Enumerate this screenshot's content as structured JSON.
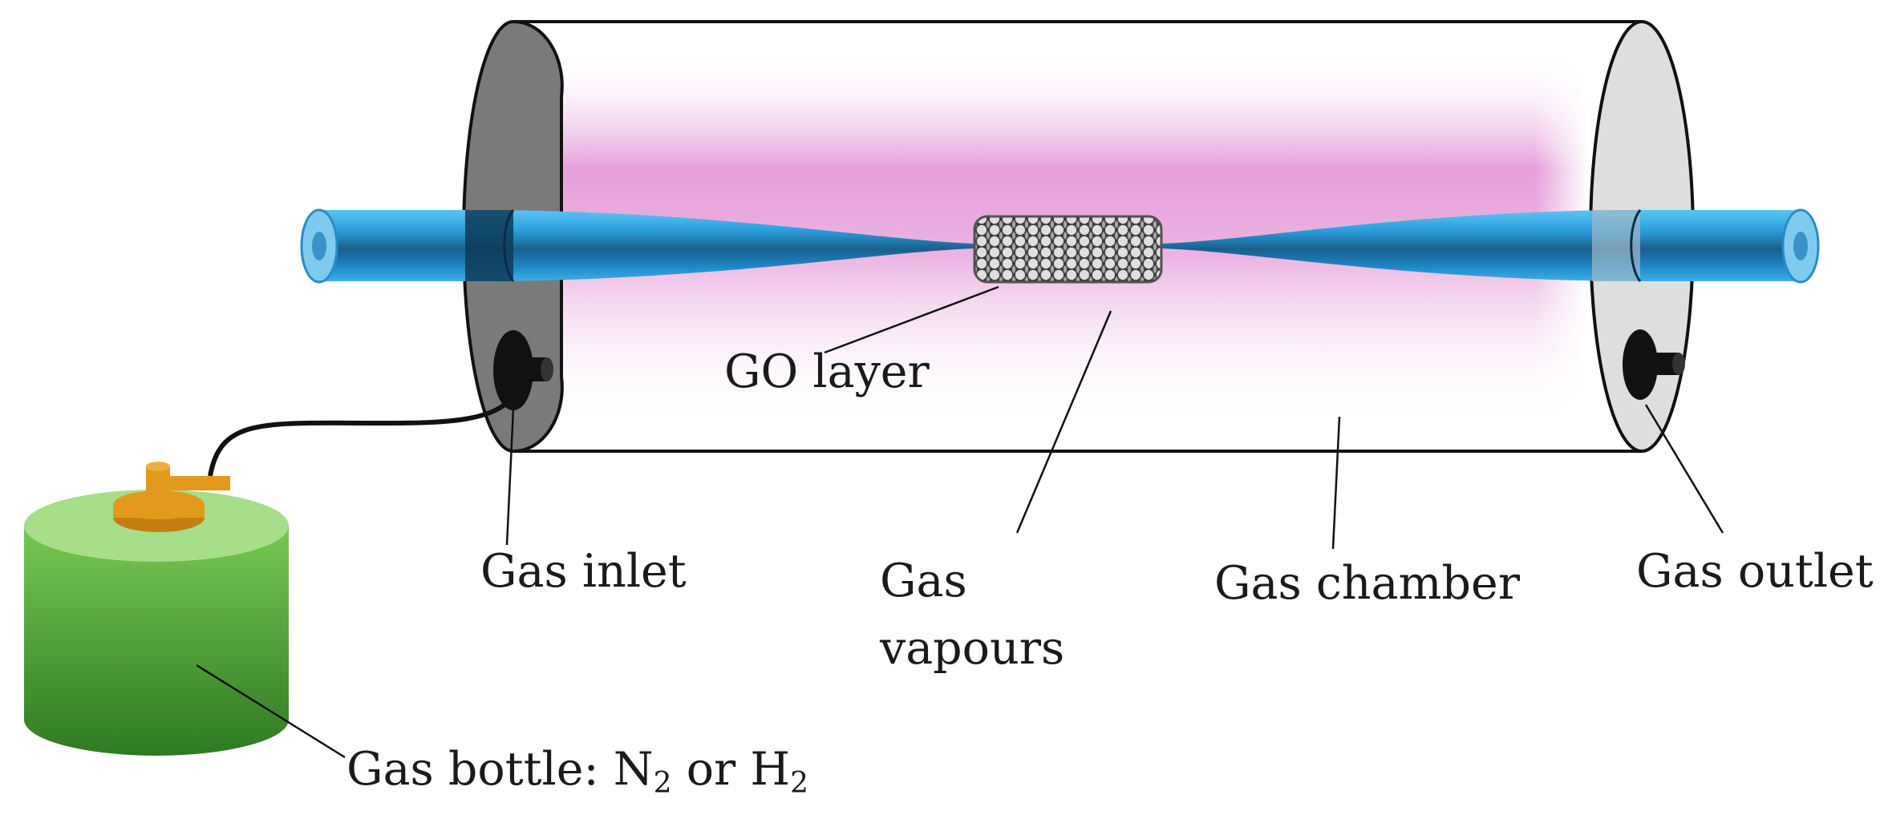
{
  "labels": {
    "go_layer": "GO layer",
    "gas_inlet": "Gas inlet",
    "gas_vapours_line1": "Gas",
    "gas_vapours_line2": "vapours",
    "gas_chamber": "Gas chamber",
    "gas_outlet": "Gas outlet",
    "gas_bottle_prefix": "Gas bottle: N",
    "gas_bottle_sub1": "2",
    "gas_bottle_mid": " or H",
    "gas_bottle_sub2": "2"
  },
  "colors": {
    "fiber": "#2aa0de",
    "fiber_dark": "#1a5f8c",
    "plasma": "#e49ad8",
    "left_cap": "#7a7a7a",
    "right_cap": "#dedede",
    "bottle_top": "#a6de8a",
    "bottle_body": "#4aa838",
    "valve": "#e39a1c",
    "nanotube": "#6e6e6e"
  }
}
